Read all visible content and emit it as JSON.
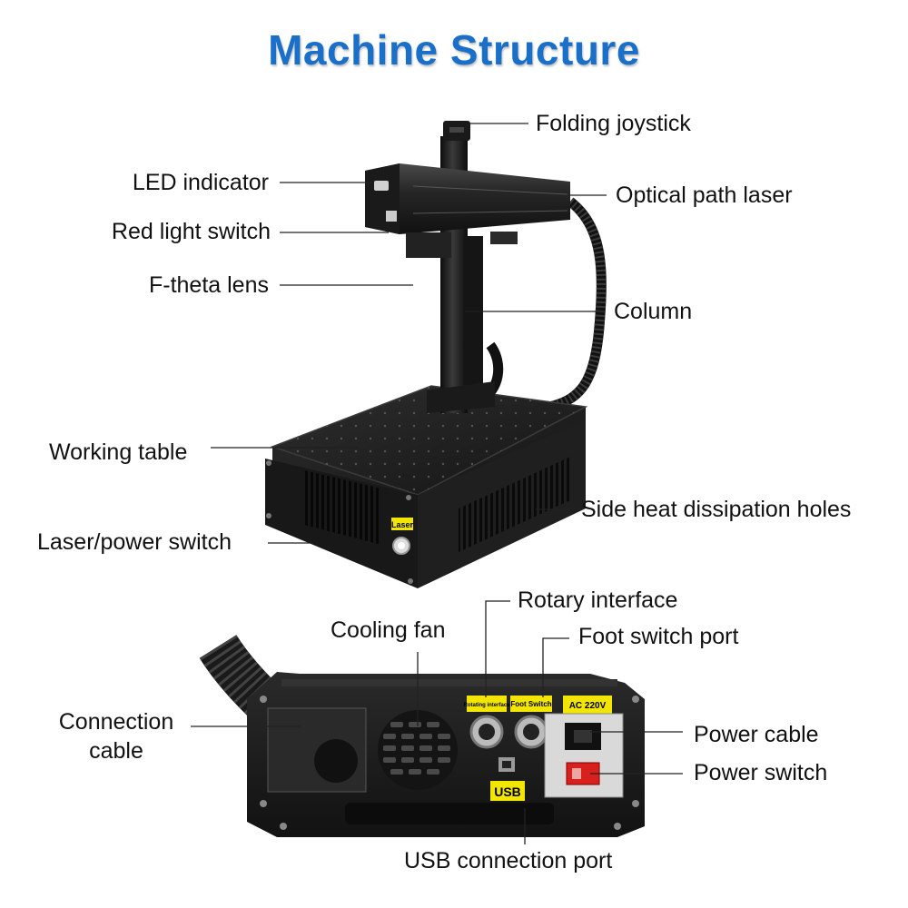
{
  "title": "Machine Structure",
  "labels": {
    "folding_joystick": "Folding joystick",
    "led_indicator": "LED indicator",
    "optical_path_laser": "Optical path laser",
    "red_light_switch": "Red light switch",
    "f_theta_lens": "F-theta lens",
    "column": "Column",
    "working_table": "Working table",
    "side_heat": "Side heat dissipation holes",
    "laser_power_switch": "Laser/power switch",
    "rotary_interface": "Rotary interface",
    "cooling_fan": "Cooling fan",
    "foot_switch_port": "Foot switch port",
    "connection_cable_1": "Connection",
    "connection_cable_2": "cable",
    "power_cable": "Power cable",
    "power_switch": "Power switch",
    "usb_connection_port": "USB connection port"
  },
  "panel_tags": {
    "laser": "Laser",
    "rotating": "Rotating interface",
    "foot": "Foot Switch",
    "ac": "AC 220V",
    "usb": "USB"
  },
  "colors": {
    "title": "#1a6fc9",
    "machine_body": "#1c1c1c",
    "tag_yellow": "#f2e600",
    "power_switch_red": "#d8201c"
  }
}
